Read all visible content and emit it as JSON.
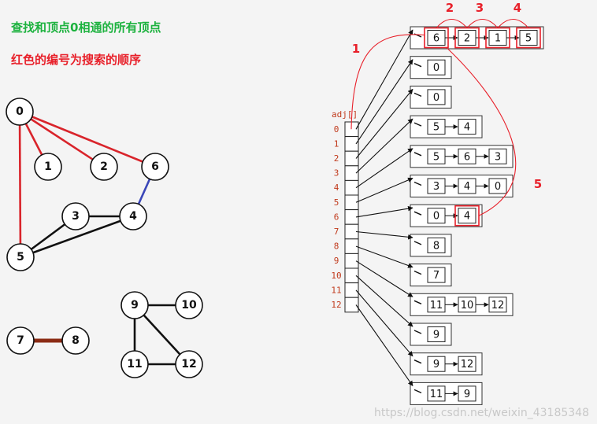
{
  "header": {
    "title": "查找和顶点0相通的所有顶点",
    "subtitle": "红色的编号为搜索的顺序"
  },
  "graph": {
    "nodes": [
      {
        "id": "0",
        "label": "0"
      },
      {
        "id": "1",
        "label": "1"
      },
      {
        "id": "2",
        "label": "2"
      },
      {
        "id": "6",
        "label": "6"
      },
      {
        "id": "3",
        "label": "3"
      },
      {
        "id": "4",
        "label": "4"
      },
      {
        "id": "5",
        "label": "5"
      },
      {
        "id": "7",
        "label": "7"
      },
      {
        "id": "8",
        "label": "8"
      },
      {
        "id": "9",
        "label": "9"
      },
      {
        "id": "10",
        "label": "10"
      },
      {
        "id": "11",
        "label": "11"
      },
      {
        "id": "12",
        "label": "12"
      }
    ],
    "edges": [
      {
        "from": "0",
        "to": "1",
        "color": "#d9242b"
      },
      {
        "from": "0",
        "to": "2",
        "color": "#d9242b"
      },
      {
        "from": "0",
        "to": "6",
        "color": "#d9242b"
      },
      {
        "from": "0",
        "to": "5",
        "color": "#d9242b"
      },
      {
        "from": "6",
        "to": "4",
        "color": "#3a46b8"
      },
      {
        "from": "3",
        "to": "4",
        "color": "#111111"
      },
      {
        "from": "3",
        "to": "5",
        "color": "#111111"
      },
      {
        "from": "4",
        "to": "5",
        "color": "#111111"
      },
      {
        "from": "7",
        "to": "8",
        "color": "#8b2b14"
      },
      {
        "from": "9",
        "to": "10",
        "color": "#111111"
      },
      {
        "from": "9",
        "to": "11",
        "color": "#111111"
      },
      {
        "from": "9",
        "to": "12",
        "color": "#111111"
      },
      {
        "from": "11",
        "to": "12",
        "color": "#111111"
      }
    ]
  },
  "adjacency": {
    "header": "adj[]",
    "indices": [
      "0",
      "1",
      "2",
      "3",
      "4",
      "5",
      "6",
      "7",
      "8",
      "9",
      "10",
      "11",
      "12"
    ],
    "lists": [
      [
        "6",
        "2",
        "1",
        "5"
      ],
      [
        "0"
      ],
      [
        "0"
      ],
      [
        "5",
        "4"
      ],
      [
        "5",
        "6",
        "3"
      ],
      [
        "3",
        "4",
        "0"
      ],
      [
        "0",
        "4"
      ],
      [
        "8"
      ],
      [
        "7"
      ],
      [
        "11",
        "10",
        "12"
      ],
      [
        "9"
      ],
      [
        "9",
        "12"
      ],
      [
        "11",
        "9"
      ]
    ],
    "highlighted": [
      {
        "row": 0,
        "col": 0
      },
      {
        "row": 0,
        "col": 1
      },
      {
        "row": 0,
        "col": 2
      },
      {
        "row": 0,
        "col": 3
      },
      {
        "row": 6,
        "col": 1
      }
    ],
    "order_labels": [
      "1",
      "2",
      "3",
      "4",
      "5"
    ],
    "highlight_color": "#e8202a"
  },
  "watermark": "https://blog.csdn.net/weixin_43185348"
}
